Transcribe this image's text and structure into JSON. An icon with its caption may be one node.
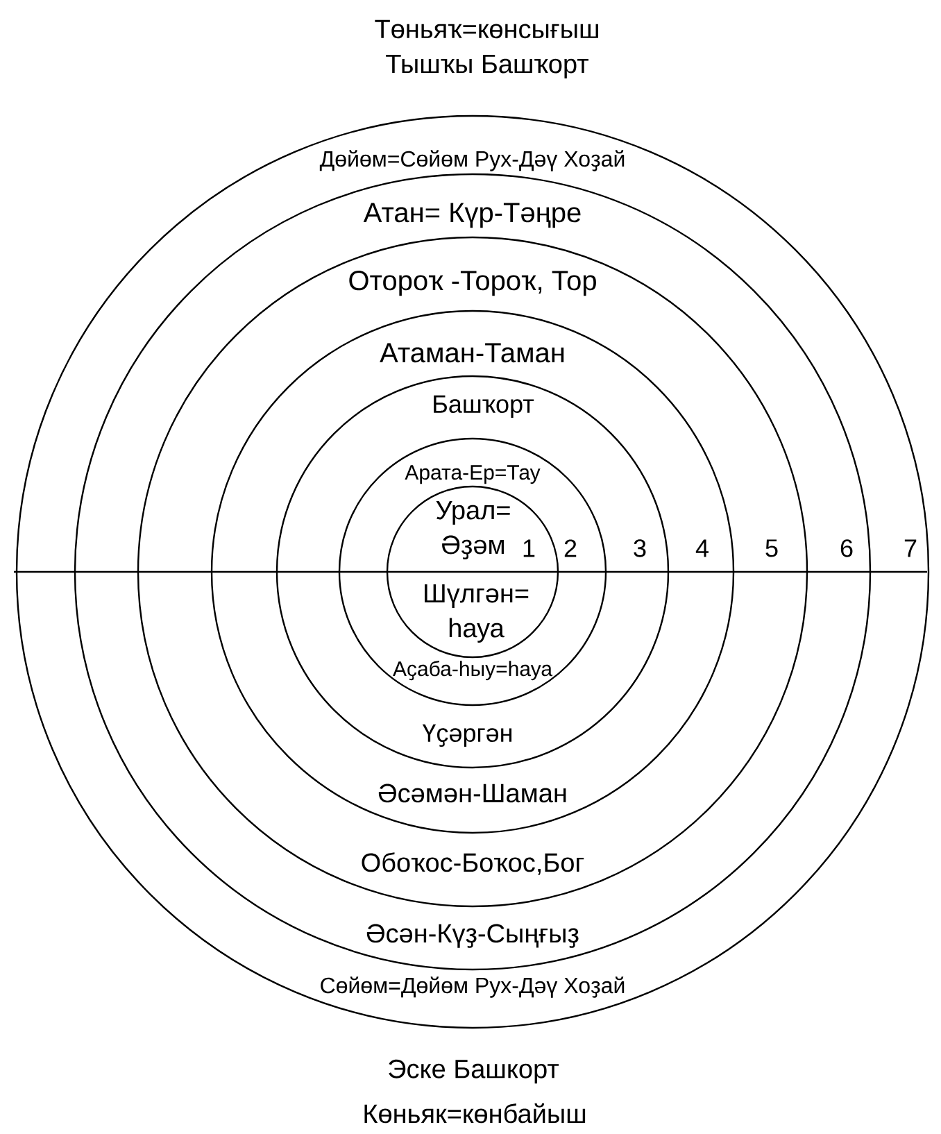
{
  "diagram": {
    "nodes": [
      {
        "text": [
          "Дөйөм=Сөйөм Рух-Дәү Хоҙай",
          "7",
          "Сөйөм=Дөйөм Рух-Дәү Хоҙай"
        ]
      },
      {
        "text": [
          "Атан= Күр-Тәңре",
          "6",
          "Әсән-Күҙ-Сыңғыҙ"
        ],
        "in": 0
      },
      {
        "text": [
          "Отороҡ -Тороҡ, Тор",
          "5",
          "Обоҡос-Боҡос,Бог"
        ],
        "in": 1
      },
      {
        "text": [
          "Атаман-Таман",
          "4",
          "Әсәмән-Шаман"
        ],
        "in": 2
      },
      {
        "text": [
          "Башҡорт",
          "3",
          "Үҫәргән"
        ],
        "in": 3
      },
      {
        "text": [
          "Арата-Ер=Тау",
          "2",
          "Аҫаба-һыу=һауа"
        ],
        "in": 4
      },
      {
        "text": [
          "Урал= Әҙәм",
          "1",
          "Шүлгән= һауа"
        ],
        "in": 5
      }
    ],
    "labels": [
      "Төньяҡ=көнсығыш",
      "Тышҡы Башҡорт",
      "Эске Башкорт",
      "Көньяк=көнбайыш"
    ]
  }
}
